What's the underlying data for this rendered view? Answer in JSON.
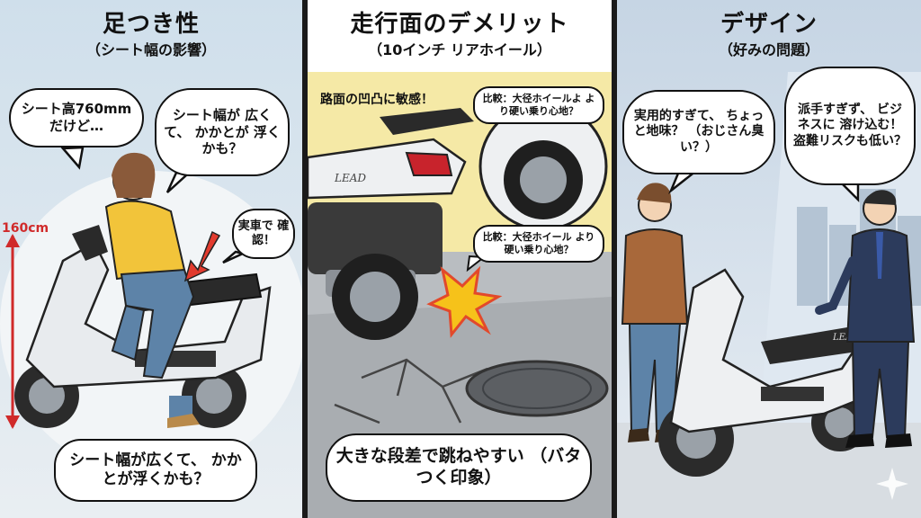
{
  "panel1": {
    "title": "足つき性",
    "subtitle": "（シート幅の影響）",
    "bubble_height": "シート高760mm だけど…",
    "bubble_width_question": "シート幅が 広くて、 かかとが 浮くかも？",
    "bubble_check": "実車で 確認！",
    "height_label": "160cm",
    "caption": "シート幅が広くて、 かかとが浮くかも？",
    "colors": {
      "bg": "#d9e6f0",
      "accent": "#d02a2a"
    }
  },
  "panel2": {
    "title": "走行面のデメリット",
    "subtitle": "（10インチ リアホイール）",
    "label_sensitive": "路面の凹凸に敏感！",
    "compare_top": "比較：大径ホイールよ より硬い乗り心地？",
    "compare_bottom": "比較：大径ホイール より硬い乗り心地？",
    "caption": "大きな段差で跳ねやすい （バタつく印象）",
    "scooter_badge": "LEAD",
    "colors": {
      "bg": "#cfd2d6",
      "highlight": "#f5e9a6"
    }
  },
  "panel3": {
    "title": "デザイン",
    "subtitle": "（好みの問題）",
    "bubble_plain": "実用的すぎて、 ちょっと地味？ （おじさん臭い？）",
    "bubble_business": "派手すぎず、 ビジネスに 溶け込む！ 盗難リスクも低い？",
    "scooter_badge": "LEAD",
    "colors": {
      "bg": "#cbd9e6"
    }
  }
}
